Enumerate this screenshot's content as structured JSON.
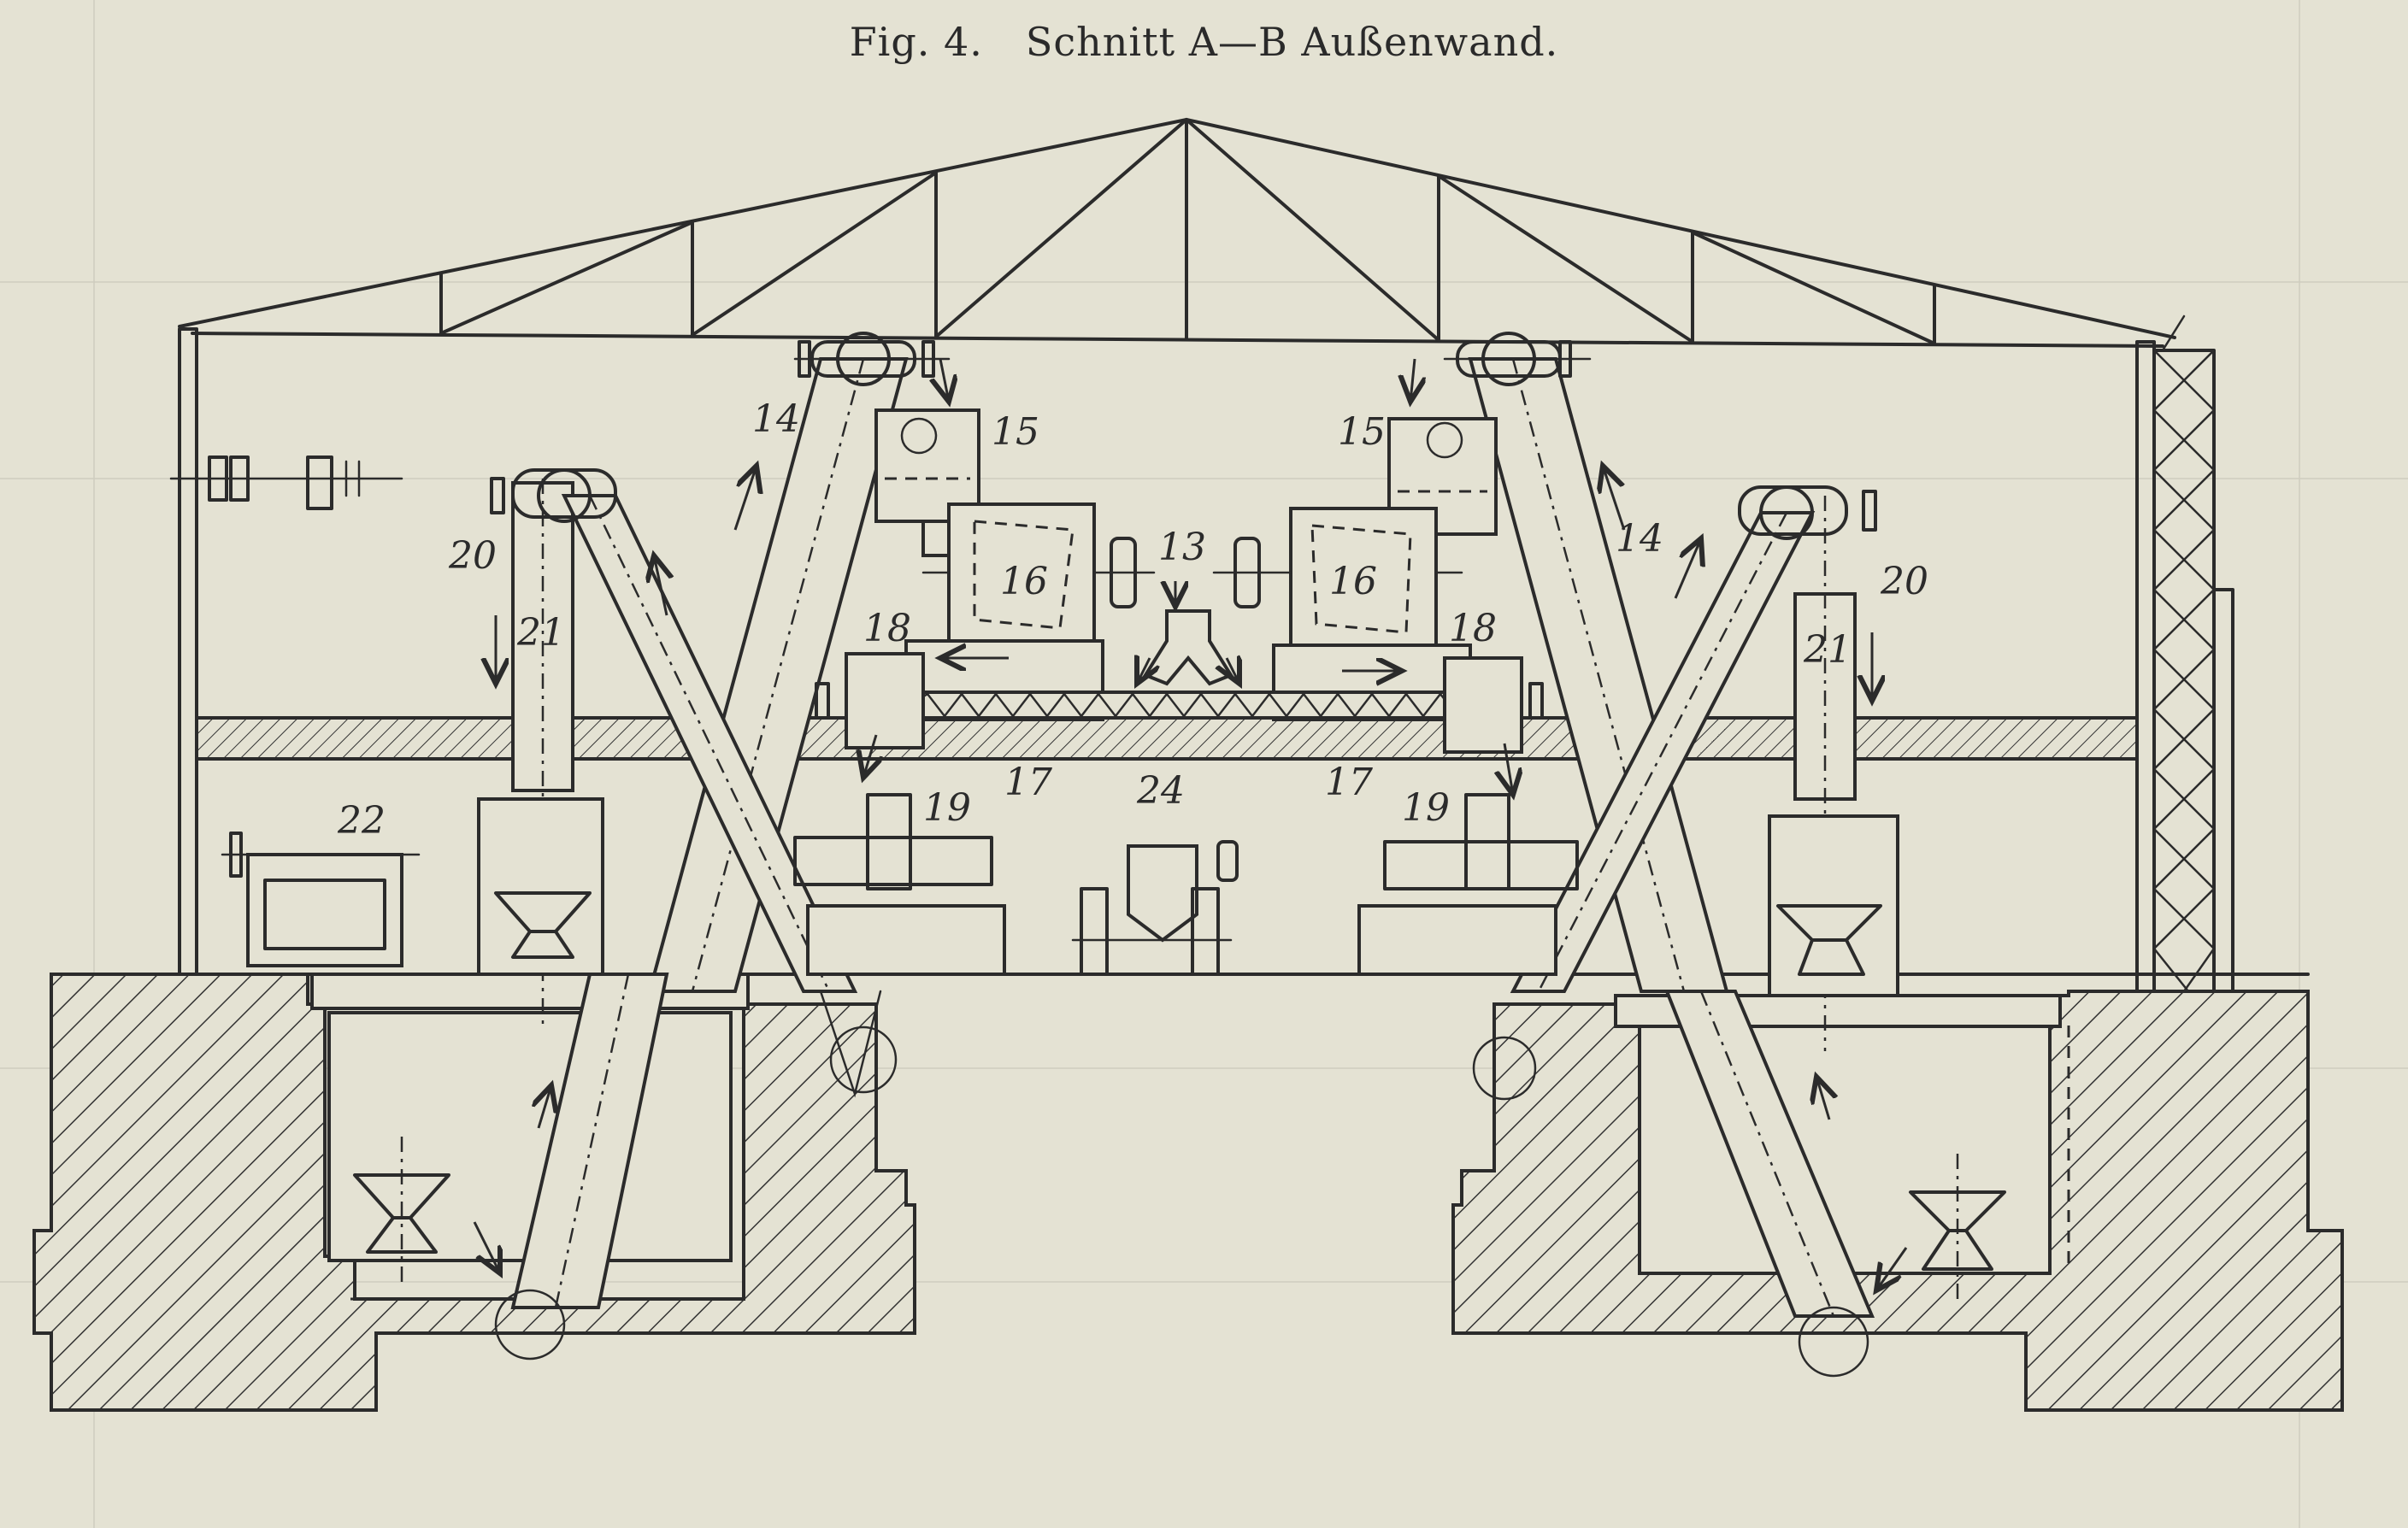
{
  "caption": {
    "fig": "Fig. 4.",
    "title": "Schnitt A—B Außenwand."
  },
  "labels": {
    "l13": "13",
    "l14a": "14",
    "l14b": "14",
    "l15a": "15",
    "l15b": "15",
    "l16a": "16",
    "l16b": "16",
    "l17a": "17",
    "l17b": "17",
    "l18a": "18",
    "l18b": "18",
    "l19a": "19",
    "l19b": "19",
    "l20a": "20",
    "l20b": "20",
    "l21a": "21",
    "l21b": "21",
    "l22": "22",
    "l24": "24"
  }
}
